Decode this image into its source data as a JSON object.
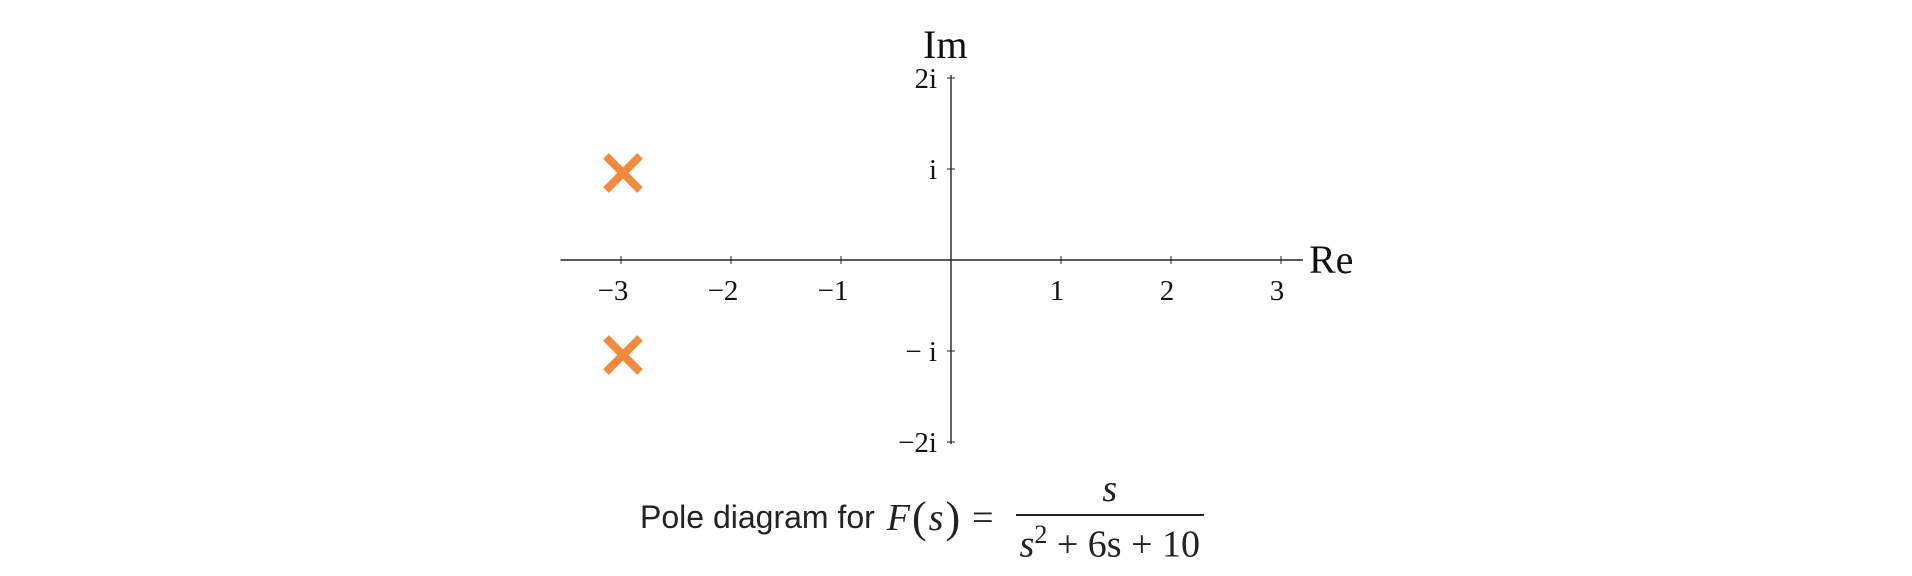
{
  "chart_data": {
    "type": "scatter",
    "xlabel": "Re",
    "ylabel": "Im",
    "xlim": [
      -3.55,
      3.2
    ],
    "ylim": [
      -2,
      2
    ],
    "grid": false,
    "x_ticks": [
      {
        "value": -3,
        "label": "−3"
      },
      {
        "value": -2,
        "label": "−2"
      },
      {
        "value": -1,
        "label": "−1"
      },
      {
        "value": 1,
        "label": "1"
      },
      {
        "value": 2,
        "label": "2"
      },
      {
        "value": 3,
        "label": "3"
      }
    ],
    "y_ticks": [
      {
        "value": 2,
        "label": "2i"
      },
      {
        "value": 1,
        "label": "i"
      },
      {
        "value": -1,
        "label": "− i"
      },
      {
        "value": -2,
        "label": "−2i"
      }
    ],
    "series": [
      {
        "marker": "x",
        "color": "#f08a3e",
        "points": [
          {
            "x": -3,
            "y": 1
          },
          {
            "x": -3,
            "y": -1
          }
        ]
      }
    ],
    "caption": {
      "text": "Pole diagram for",
      "func": "F",
      "var": "s",
      "equals": "=",
      "numerator": "s",
      "den_base": "s",
      "den_exp": "2",
      "den_rest": "+ 6s + 10"
    }
  },
  "colors": {
    "axis": "#222222",
    "marker": "#f08a3e",
    "text": "#111111"
  }
}
